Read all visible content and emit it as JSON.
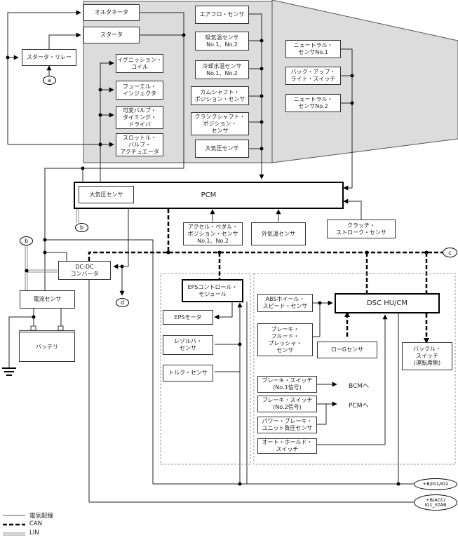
{
  "engine": {
    "alternator": "オルタネータ",
    "starter": "スタータ",
    "starter_relay": "スタータ・リレー",
    "ignition_coil": "イグニッション・\nコイル",
    "fuel_injector": "フューエル・\nインジェクタ",
    "vvt_driver": "可変バルブ・\nタイミング・\nドライバ",
    "throttle_actuator": "スロットル・\nバルブ・\nアクチュエータ",
    "airflow_sensor": "エアフロ・センサ",
    "intake_temp_sensor": "吸気温センサ\nNo.1、No.2",
    "coolant_temp_sensor": "冷却水温センサ\nNo.1、No.2",
    "camshaft_sensor": "カムシャフト・\nポジション・センサ",
    "crankshaft_sensor": "クランクシャフト・\nポジション・\nセンサ",
    "baro_sensor": "大気圧センサ",
    "neutral_sensor_1": "ニュートラル・\nセンサNo.1",
    "backup_light_switch": "バック・アップ・\nライト・スイッチ",
    "neutral_sensor_2": "ニュートラル・\nセンサNo.2"
  },
  "pcm": {
    "label": "PCM",
    "internal_sensor": "大気圧センサ",
    "accel_pedal_sensor": "アクセル・ペダル・\nポジション・センサ\nNo.1、No.2",
    "outside_temp_sensor": "外気温センサ",
    "clutch_stroke_sensor": "クラッチ・\nストローク・センサ"
  },
  "power": {
    "dcdc_converter": "DC-DC\nコンバータ",
    "current_sensor": "電流センサ",
    "battery": "バッテリ"
  },
  "eps": {
    "control_module": "EPSコントロール・\nモジュール",
    "motor": "EPSモータ",
    "resolver_sensor": "レゾルバ・\nセンサ",
    "torque_sensor": "トルク・センサ"
  },
  "dsc": {
    "hu_cm": "DSC HU/CM",
    "abs_wheel_speed_sensor": "ABSホイール・\nスピード・センサ",
    "brake_fluid_pressure_sensor": "ブレーキ・\nフルード・\nプレッシャ・\nセンサ",
    "low_g_sensor": "ローGセンサ",
    "buckle_switch": "バックル・\nスイッチ\n(運転席側)",
    "brake_switch_1": "ブレーキ・スイッチ\n(No.1信号)",
    "brake_switch_2": "ブレーキ・スイッチ\n(No.2信号)",
    "power_brake_sensor": "パワー・ブレーキ・\nユニット負圧センサ",
    "auto_hold_switch": "オート・ホールド・\nスイッチ",
    "to_bcm": "BCMへ",
    "to_pcm": "PCMへ"
  },
  "connectors": {
    "a": "a",
    "b": "b",
    "c": "c",
    "d": "d",
    "ig": "+B/IG1/IG2",
    "acc": "+B/ACC/\nIG1_STAB"
  },
  "legend": {
    "electric": "電気配線",
    "can": "CAN",
    "lin": "LIN"
  },
  "colors": {
    "engine_panel": "#dcdcdc",
    "wire": "#222222",
    "can": "#000000",
    "lin": "#888888",
    "group_border": "#999999"
  }
}
